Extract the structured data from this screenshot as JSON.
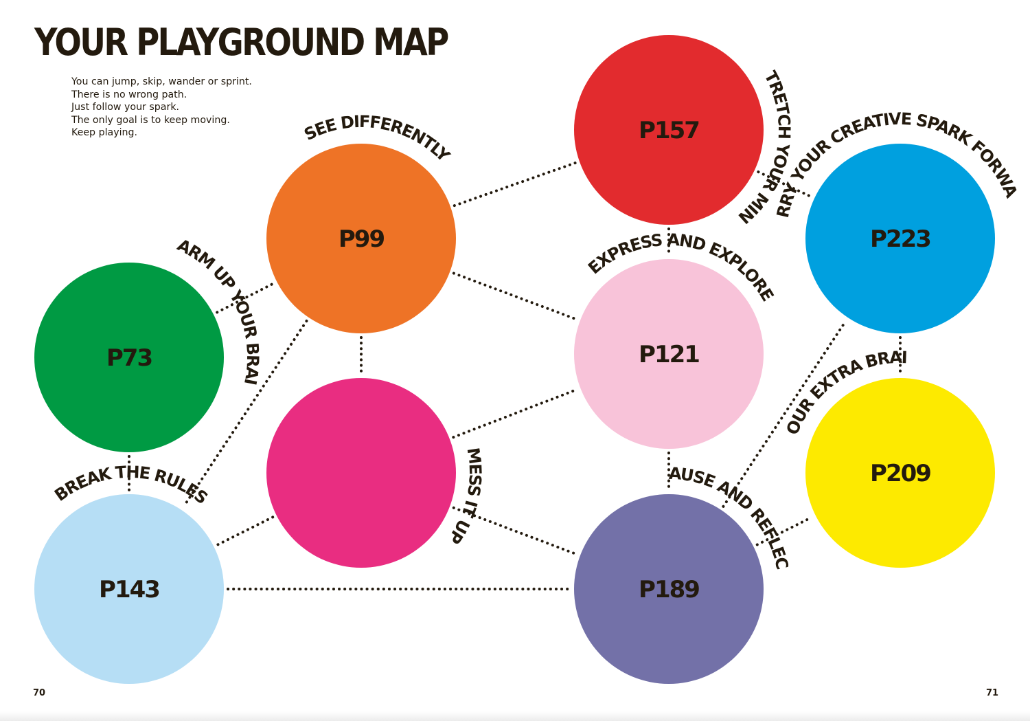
{
  "title": "YOUR PLAYGROUND MAP",
  "intro_lines": [
    "You can jump, skip, wander or sprint.",
    "There is no wrong path.",
    "Just follow your spark.",
    "The only goal is to keep moving.",
    "Keep playing."
  ],
  "page_left": "70",
  "page_right": "71",
  "nodes": [
    {
      "id": "p73",
      "label": "P73",
      "caption": "WARM UP YOUR BRAIN",
      "color": "#009a43"
    },
    {
      "id": "p99",
      "label": "P99",
      "caption": "SEE DIFFERENTLY",
      "color": "#ee7326"
    },
    {
      "id": "mess",
      "label": "",
      "caption": "MESS IT UP",
      "color": "#e92d81"
    },
    {
      "id": "p143",
      "label": "P143",
      "caption": "BREAK THE RULES",
      "color": "#b6def5"
    },
    {
      "id": "p157",
      "label": "P157",
      "caption": "STRETCH YOUR MIND",
      "color": "#e22b2e"
    },
    {
      "id": "p121",
      "label": "P121",
      "caption": "EXPRESS AND EXPLORE",
      "color": "#f8c3d9"
    },
    {
      "id": "p189",
      "label": "P189",
      "caption": "PAUSE AND REFLECT",
      "color": "#7371a8"
    },
    {
      "id": "p223",
      "label": "P223",
      "caption": "CARRY YOUR CREATIVE SPARK FORWARD",
      "color": "#00a0df"
    },
    {
      "id": "p209",
      "label": "P209",
      "caption": "YOUR EXTRA BRAIN",
      "color": "#fdea00"
    }
  ],
  "edges": [
    [
      "p73",
      "p99"
    ],
    [
      "p73",
      "p143"
    ],
    [
      "p99",
      "p157"
    ],
    [
      "p99",
      "p121"
    ],
    [
      "p99",
      "mess"
    ],
    [
      "p99",
      "p143"
    ],
    [
      "mess",
      "p143"
    ],
    [
      "mess",
      "p121"
    ],
    [
      "mess",
      "p189"
    ],
    [
      "p143",
      "p189"
    ],
    [
      "p157",
      "p121"
    ],
    [
      "p157",
      "p223"
    ],
    [
      "p121",
      "p189"
    ],
    [
      "p189",
      "p209"
    ],
    [
      "p189",
      "p223"
    ],
    [
      "p223",
      "p209"
    ]
  ],
  "colors": {
    "ink": "#231a0e",
    "background": "#ffffff"
  }
}
